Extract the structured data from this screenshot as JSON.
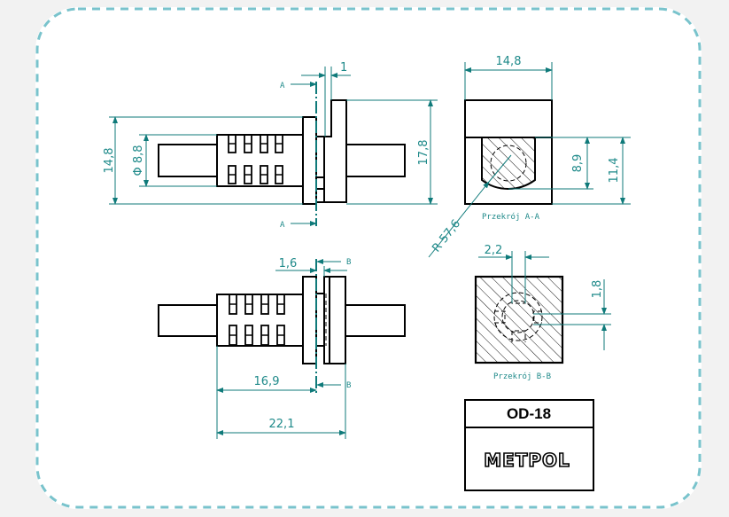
{
  "drawing": {
    "colors": {
      "dimension": "#1f8a8a",
      "frame_dash": "#79c3cc",
      "background": "#f2f2f2",
      "object": "#000000"
    },
    "top_view": {
      "dims": {
        "overall_height": "14,8",
        "diameter": "Φ 8,8",
        "height_right": "17,8",
        "gap": "1"
      },
      "section_marks": {
        "top": "A",
        "bottom": "A"
      }
    },
    "bottom_view": {
      "dims": {
        "flange": "1,6",
        "length_a": "16,9",
        "length_total": "22,1"
      },
      "section_marks": {
        "top": "B",
        "bottom": "B"
      }
    },
    "section_a": {
      "label": "Przekrój A-A",
      "dims": {
        "width": "14,8",
        "inner_height": "8,9",
        "outer_height": "11,4",
        "radius": "R 57,6"
      }
    },
    "section_b": {
      "label": "Przekrój B-B",
      "dims": {
        "width": "2,2",
        "height": "1,8"
      }
    },
    "title_block": {
      "part_number": "OD-18",
      "company": "METPOL"
    }
  }
}
